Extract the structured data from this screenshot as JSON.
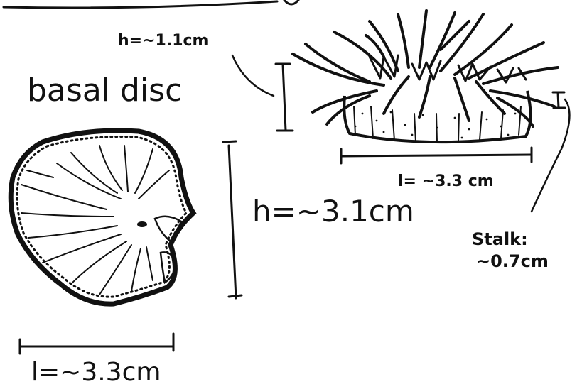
{
  "labels": {
    "basal_disc": "basal disc",
    "disc_height": "h=~3.1cm",
    "disc_length": "l=~3.3cm",
    "anemone_height": "h=~1.1cm",
    "anemone_length": "l= ~3.3 cm",
    "stalk_title": "Stalk:",
    "stalk_value": "~0.7cm"
  },
  "colors": {
    "ink": "#111111",
    "paper": "#ffffff"
  }
}
